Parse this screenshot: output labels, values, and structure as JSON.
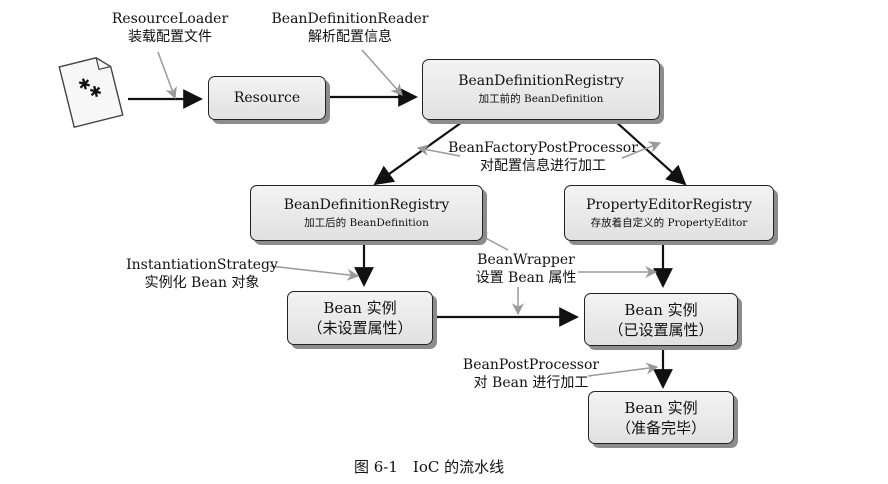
{
  "nodes": {
    "resource": {
      "title": "Resource"
    },
    "registry_top": {
      "title": "BeanDefinitionRegistry",
      "subtitle": "加工前的 BeanDefinition"
    },
    "registry_left": {
      "title": "BeanDefinitionRegistry",
      "subtitle": "加工后的 BeanDefinition"
    },
    "property_editor": {
      "title": "PropertyEditorRegistry",
      "subtitle": "存放着自定义的 PropertyEditor"
    },
    "bean_unset": {
      "line1": "Bean 实例",
      "line2": "（未设置属性）"
    },
    "bean_set": {
      "line1": "Bean 实例",
      "line2": "（已设置属性）"
    },
    "bean_ready": {
      "line1": "Bean 实例",
      "line2": "（准备完毕）"
    }
  },
  "labels": {
    "resource_loader": {
      "line1": "ResourceLoader",
      "line2": "装载配置文件"
    },
    "definition_reader": {
      "line1": "BeanDefinitionReader",
      "line2": "解析配置信息"
    },
    "factory_post_processor": {
      "line1": "BeanFactoryPostProcessor",
      "line2": "对配置信息进行加工"
    },
    "instantiation_strategy": {
      "line1": "InstantiationStrategy",
      "line2": "实例化 Bean 对象"
    },
    "bean_wrapper": {
      "line1": "BeanWrapper",
      "line2": "设置 Bean 属性"
    },
    "bean_post_processor": {
      "line1": "BeanPostProcessor",
      "line2": "对 Bean 进行加工"
    }
  },
  "caption": "图 6-1　IoC 的流水线",
  "colors": {
    "arrow": "#111111",
    "pointer": "#9a9a9a",
    "box_fill": "#e6e6e6",
    "shadow": "#8c8c8c"
  },
  "icons": {
    "config_file": "document-icon"
  }
}
